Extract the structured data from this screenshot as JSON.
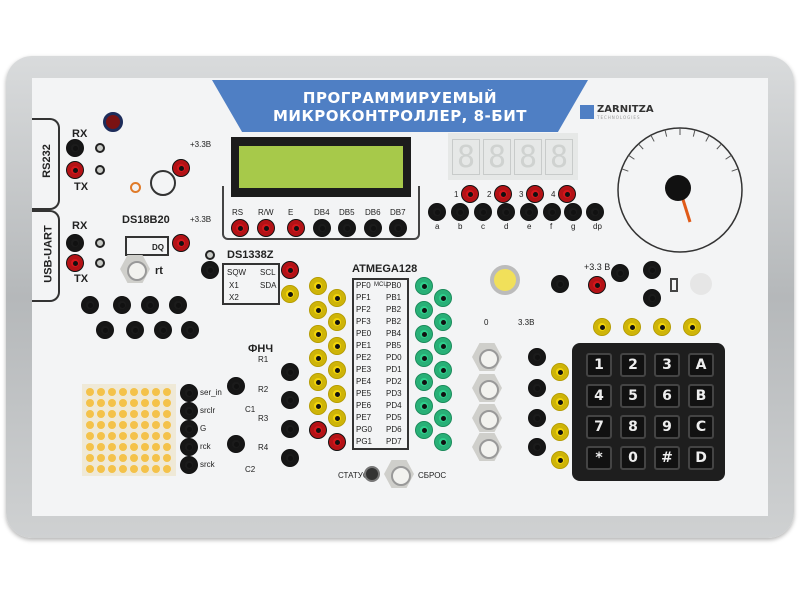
{
  "banner": {
    "line1": "ПРОГРАММИРУЕМЫЙ",
    "line2": "МИКРОКОНТРОЛЛЕР, 8-БИТ"
  },
  "logo": {
    "name": "ZARNITZA",
    "sub": "TECHNOLOGIES"
  },
  "serial": {
    "rs232": "RS232",
    "usb_uart": "USB-UART",
    "rx": "RX",
    "tx": "TX"
  },
  "sensors": {
    "vcc": "+3.3В",
    "ds18b20": "DS18B20",
    "dq": "DQ",
    "button": "rt"
  },
  "rtc": {
    "title": "DS1338Z",
    "pins": [
      "SQW",
      "X1",
      "X2",
      "SCL",
      "SDA"
    ]
  },
  "lcd": {
    "pins": [
      "RS",
      "R/W",
      "E",
      "DB4",
      "DB5",
      "DB6",
      "DB7"
    ]
  },
  "seg7": {
    "digits": [
      "8",
      "8",
      "8",
      "8"
    ],
    "digit_pins": [
      "1",
      "2",
      "3",
      "4"
    ],
    "segments": [
      "a",
      "b",
      "c",
      "d",
      "e",
      "f",
      "g",
      "dp"
    ]
  },
  "matrix": {
    "pins": [
      "ser_in",
      "srclr",
      "G",
      "rck",
      "srck"
    ]
  },
  "filter": {
    "title": "ФНЧ",
    "r": [
      "R1",
      "R2",
      "R3",
      "R4"
    ],
    "c": [
      "C1",
      "C2"
    ]
  },
  "mcu": {
    "title": "ATMEGA128",
    "core": "MCU",
    "left": [
      "PF0",
      "PF1",
      "PF2",
      "PF3",
      "PE0",
      "PE1",
      "PE2",
      "PE3",
      "PE4",
      "PE5",
      "PE6",
      "PE7",
      "PG0",
      "PG1"
    ],
    "right": [
      "PB0",
      "PB1",
      "PB2",
      "PB2",
      "PB4",
      "PB5",
      "PD0",
      "PD1",
      "PD2",
      "PD3",
      "PD4",
      "PD5",
      "PD6",
      "PD7"
    ]
  },
  "controls": {
    "status": "СТАТУС",
    "reset": "СБРОС"
  },
  "pot": {
    "min": "0",
    "max": "3.3В"
  },
  "power": {
    "vcc": "+3.3 В"
  },
  "keypad": {
    "keys": [
      "1",
      "2",
      "3",
      "A",
      "4",
      "5",
      "6",
      "B",
      "7",
      "8",
      "9",
      "C",
      "*",
      "0",
      "#",
      "D"
    ]
  }
}
